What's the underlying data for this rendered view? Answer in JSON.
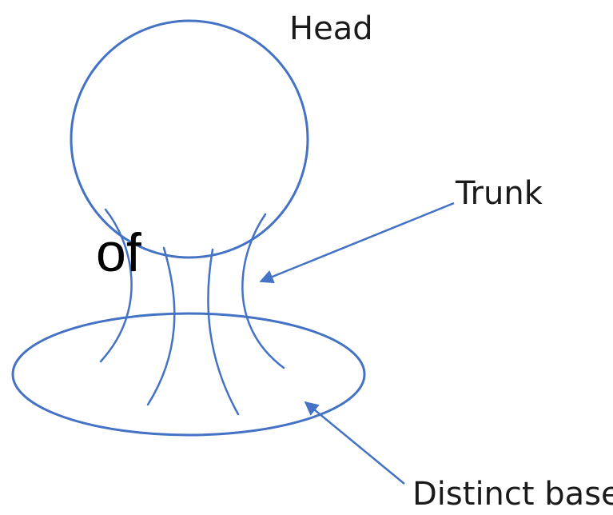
{
  "labels": {
    "head": "Head",
    "trunk": "Trunk",
    "base": "Distinct base"
  },
  "partial_text": "of",
  "colors": {
    "stroke": "#4472c4",
    "label_text": "#1a1a1a",
    "partial_text": "#000000",
    "background": "#ffffff"
  }
}
